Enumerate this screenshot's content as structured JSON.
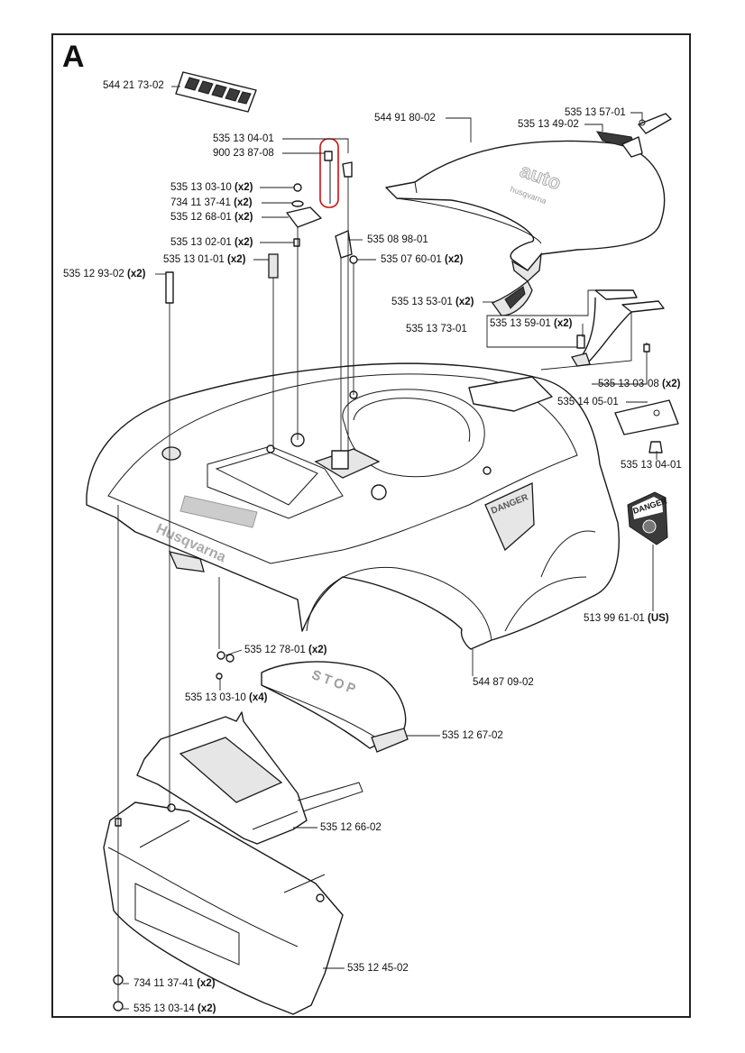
{
  "section_letter": "A",
  "parts": [
    {
      "number": "544 21 73-02",
      "qty": ""
    },
    {
      "number": "544 91 80-02",
      "qty": ""
    },
    {
      "number": "535 13 57-01",
      "qty": ""
    },
    {
      "number": "535 13 49-02",
      "qty": ""
    },
    {
      "number": "535 13 04-01",
      "qty": ""
    },
    {
      "number": "900 23 87-08",
      "qty": ""
    },
    {
      "number": "535 13 03-10",
      "qty": "(x2)"
    },
    {
      "number": "734 11 37-41",
      "qty": "(x2)"
    },
    {
      "number": "535 12 68-01",
      "qty": "(x2)"
    },
    {
      "number": "535 08 98-01",
      "qty": ""
    },
    {
      "number": "535 13 02-01",
      "qty": "(x2)"
    },
    {
      "number": "535 07 60-01",
      "qty": "(x2)"
    },
    {
      "number": "535 13 01-01",
      "qty": "(x2)"
    },
    {
      "number": "535 12 93-02",
      "qty": "(x2)"
    },
    {
      "number": "535 13 53-01",
      "qty": "(x2)"
    },
    {
      "number": "535 13 59-01",
      "qty": "(x2)"
    },
    {
      "number": "535 13 73-01",
      "qty": ""
    },
    {
      "number": "535 13 03-08",
      "qty": "(x2)"
    },
    {
      "number": "535 14 05-01",
      "qty": ""
    },
    {
      "number": "535 13 04-01",
      "qty": ""
    },
    {
      "number": "513 99 61-01",
      "qty": "(US)"
    },
    {
      "number": "544 87 09-02",
      "qty": ""
    },
    {
      "number": "535 12 78-01",
      "qty": "(x2)"
    },
    {
      "number": "535 13 03-10",
      "qty": "(x4)"
    },
    {
      "number": "535 12 67-02",
      "qty": ""
    },
    {
      "number": "535 12 66-02",
      "qty": ""
    },
    {
      "number": "535 12 45-02",
      "qty": ""
    },
    {
      "number": "734 11 37-41",
      "qty": "(x2)"
    },
    {
      "number": "535 13 03-14",
      "qty": "(x2)"
    }
  ],
  "decals": {
    "brand": "Husqvarna",
    "stop_button": "STOP",
    "danger": "DANGER"
  },
  "colors": {
    "line": "#1a1a1a",
    "highlight": "#d01010",
    "paper": "#ffffff"
  }
}
